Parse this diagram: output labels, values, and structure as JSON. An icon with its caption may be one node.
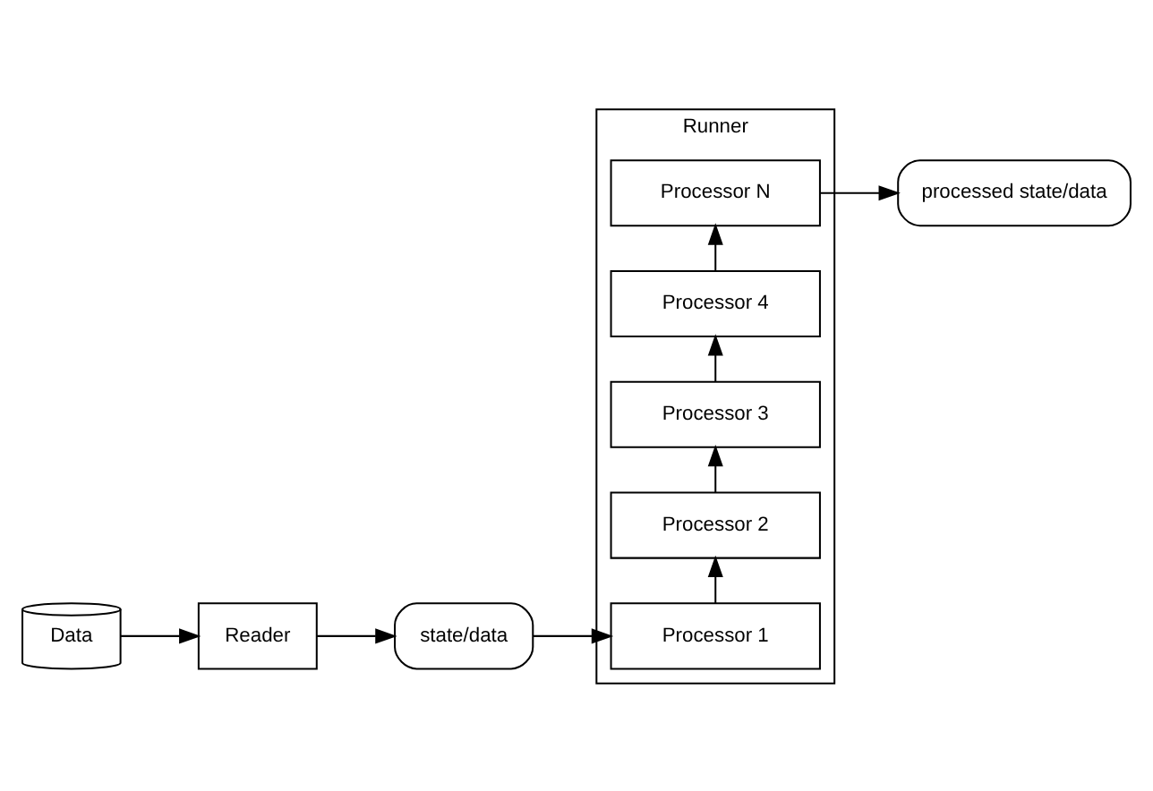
{
  "diagram": {
    "nodes": [
      {
        "text": [
          "Data"
        ]
      },
      {
        "text": [
          "Reader"
        ]
      },
      {
        "text": [
          "state/data"
        ]
      },
      {
        "text": [
          "Runner"
        ]
      },
      {
        "text": [
          "Processor 1"
        ],
        "in": 3
      },
      {
        "text": [
          "Processor 2"
        ],
        "in": 3
      },
      {
        "text": [
          "Processor 3"
        ],
        "in": 3
      },
      {
        "text": [
          "Processor 4"
        ],
        "in": 3
      },
      {
        "text": [
          "Processor N"
        ],
        "in": 3
      },
      {
        "text": [
          "processed state/data"
        ]
      }
    ],
    "edges": [
      {
        "from": 0,
        "to": 1,
        "arrow": "to"
      },
      {
        "from": 1,
        "to": 2,
        "arrow": "to"
      },
      {
        "from": 2,
        "to": 4,
        "arrow": "to"
      },
      {
        "from": 4,
        "to": 5,
        "arrow": "to"
      },
      {
        "from": 5,
        "to": 6,
        "arrow": "to"
      },
      {
        "from": 6,
        "to": 7,
        "arrow": "to"
      },
      {
        "from": 7,
        "to": 8,
        "arrow": "to"
      },
      {
        "from": 8,
        "to": 9,
        "arrow": "to"
      }
    ]
  }
}
